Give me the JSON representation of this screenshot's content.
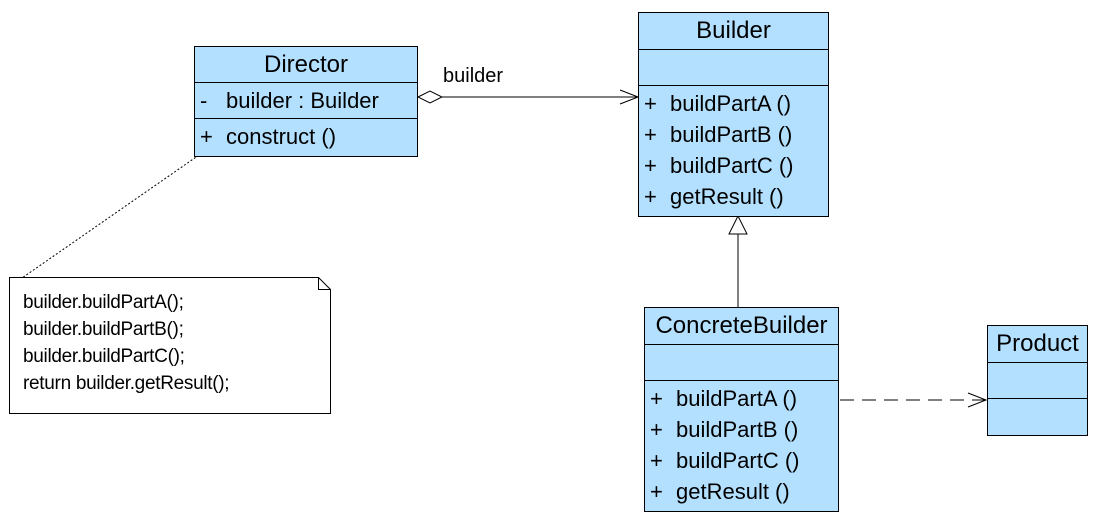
{
  "diagram": {
    "classes": {
      "director": {
        "name": "Director",
        "attributes": [
          {
            "vis": "-",
            "text": "builder  : Builder"
          }
        ],
        "operations": [
          {
            "vis": "+",
            "text": "construct ()"
          }
        ]
      },
      "builder": {
        "name": "Builder",
        "attributes": [],
        "operations": [
          {
            "vis": "+",
            "text": "buildPartA ()"
          },
          {
            "vis": "+",
            "text": "buildPartB ()"
          },
          {
            "vis": "+",
            "text": "buildPartC ()"
          },
          {
            "vis": "+",
            "text": "getResult ()"
          }
        ]
      },
      "concrete_builder": {
        "name": "ConcreteBuilder",
        "attributes": [],
        "operations": [
          {
            "vis": "+",
            "text": "buildPartA ()"
          },
          {
            "vis": "+",
            "text": "buildPartB ()"
          },
          {
            "vis": "+",
            "text": "buildPartC ()"
          },
          {
            "vis": "+",
            "text": "getResult ()"
          }
        ]
      },
      "product": {
        "name": "Product",
        "attributes": [],
        "operations": []
      }
    },
    "association_label": "builder",
    "note_lines": [
      "builder.buildPartA();",
      "builder.buildPartB();",
      "builder.buildPartC();",
      "return builder.getResult();"
    ],
    "colors": {
      "class_fill": "#b3e0ff",
      "line": "#000000",
      "note_fill": "#ffffff"
    }
  }
}
